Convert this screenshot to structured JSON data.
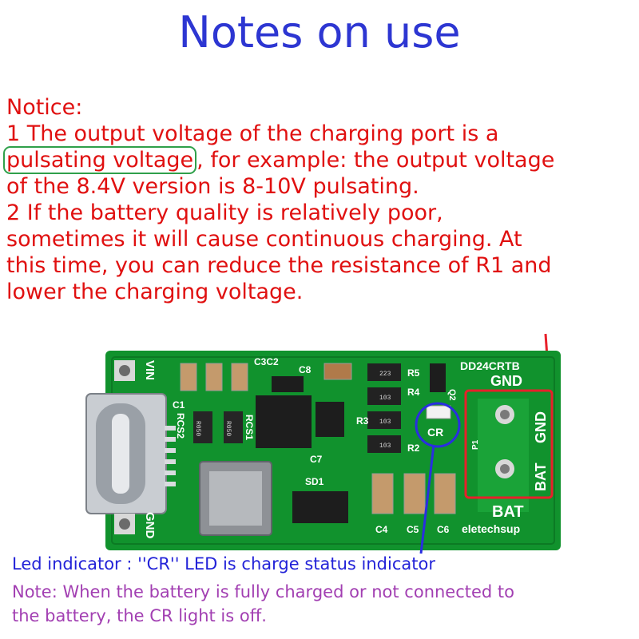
{
  "title": "Notes on use",
  "notice": {
    "heading": "Notice:",
    "line1": "1 The output voltage of the charging port is a",
    "line2_highlight": "pulsating voltage",
    "line2_rest": ", for example: the output voltage",
    "line3": "of the 8.4V version is 8-10V pulsating.",
    "line4": "2 If the battery quality is relatively poor,",
    "line5": "sometimes it will cause continuous charging. At",
    "line6": "this time, you can reduce the resistance of R1 and",
    "line7": "lower the charging voltage."
  },
  "board": {
    "model": "DD24CRTB",
    "brand": "eletechsup",
    "labels": {
      "vin": "VIN",
      "gnd_left": "GND",
      "gnd_top": "GND",
      "gnd_right": "GND",
      "bat_right": "BAT",
      "bat_bottom": "BAT",
      "c3c2": "C3C2",
      "c8": "C8",
      "c1": "C1",
      "rcs2": "RCS2",
      "rcs1": "RCS1",
      "r5": "R5",
      "r4": "R4",
      "r3": "R3",
      "r2": "R2",
      "q2": "Q2",
      "cr": "CR",
      "c7": "C7",
      "sd1": "SD1",
      "c4": "C4",
      "c5": "C5",
      "c6": "C6",
      "p1": "P1",
      "r050a": "R050",
      "r050b": "R050",
      "n223": "223",
      "n103a": "103",
      "n103b": "103",
      "n103c": "103"
    },
    "colors": {
      "pcb": "#11922d",
      "silkscreen": "#ffffff",
      "highlight_red": "#e8202a",
      "highlight_blue": "#2a2ee0"
    }
  },
  "led_indicator": "Led indicator : ''CR'' LED is charge status indicator",
  "note": {
    "line1": "Note: When the battery is fully charged or not connected to",
    "line2": "the battery, the CR light is off."
  }
}
